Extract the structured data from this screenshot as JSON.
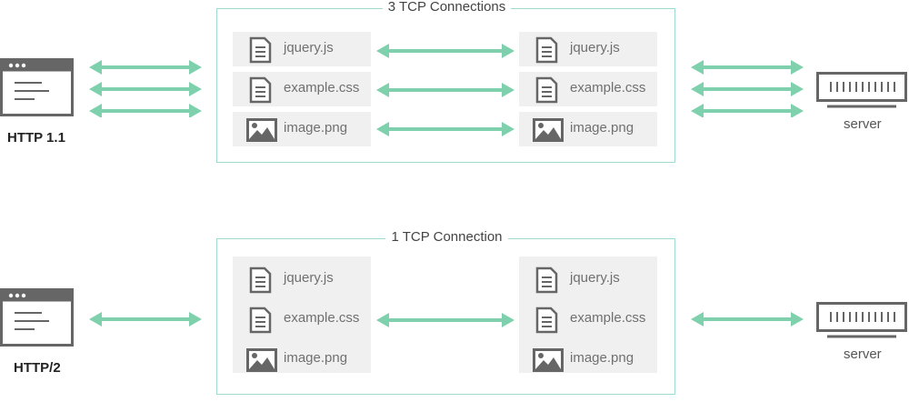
{
  "colors": {
    "arrow": "#7fd0ad",
    "frame": "#9fd9cf",
    "file_bg": "#f0f0f0",
    "icon": "#666666"
  },
  "top": {
    "title": "3 TCP Connections",
    "client_label": "HTTP 1.1",
    "server_label": "server",
    "files_left": [
      {
        "name": "jquery.js",
        "icon": "document-icon"
      },
      {
        "name": "example.css",
        "icon": "document-icon"
      },
      {
        "name": "image.png",
        "icon": "image-icon"
      }
    ],
    "files_right": [
      {
        "name": "jquery.js",
        "icon": "document-icon"
      },
      {
        "name": "example.css",
        "icon": "document-icon"
      },
      {
        "name": "image.png",
        "icon": "image-icon"
      }
    ]
  },
  "bottom": {
    "title": "1 TCP Connection",
    "client_label": "HTTP/2",
    "server_label": "server",
    "files_left": [
      {
        "name": "jquery.js",
        "icon": "document-icon"
      },
      {
        "name": "example.css",
        "icon": "document-icon"
      },
      {
        "name": "image.png",
        "icon": "image-icon"
      }
    ],
    "files_right": [
      {
        "name": "jquery.js",
        "icon": "document-icon"
      },
      {
        "name": "example.css",
        "icon": "document-icon"
      },
      {
        "name": "image.png",
        "icon": "image-icon"
      }
    ]
  }
}
